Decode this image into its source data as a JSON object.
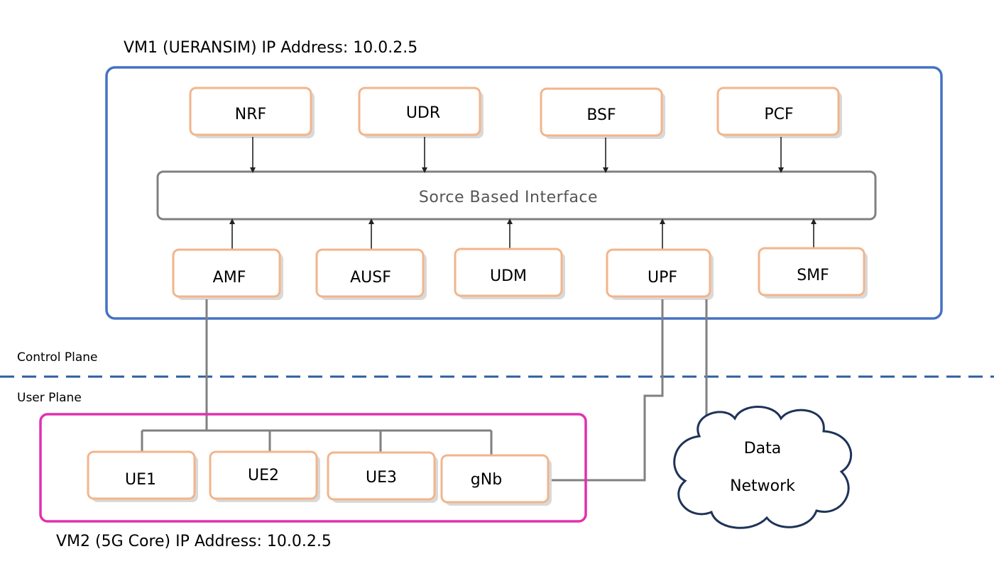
{
  "vm1": {
    "title": "VM1 (UERANSIM) IP Address: 10.0.2.5"
  },
  "vm2": {
    "title": "VM2 (5G Core) IP Address: 10.0.2.5"
  },
  "planes": {
    "control": "Control Plane",
    "user": "User Plane"
  },
  "sbi": {
    "label": "Sorce Based Interface"
  },
  "top_nfs": [
    "NRF",
    "UDR",
    "BSF",
    "PCF"
  ],
  "bottom_nfs": [
    "AMF",
    "AUSF",
    "UDM",
    "UPF",
    "SMF"
  ],
  "ran_nodes": [
    "UE1",
    "UE2",
    "UE3",
    "gNb"
  ],
  "data_network": {
    "line1": "Data",
    "line2": "Network"
  },
  "colors": {
    "vm1_border": "#4472c4",
    "vm2_border": "#e030b0",
    "node_border": "#f2b58c",
    "sbi_border": "#808080",
    "connector": "#808080",
    "plane_divider": "#2e5e9e",
    "cloud_border": "#1f3358"
  }
}
